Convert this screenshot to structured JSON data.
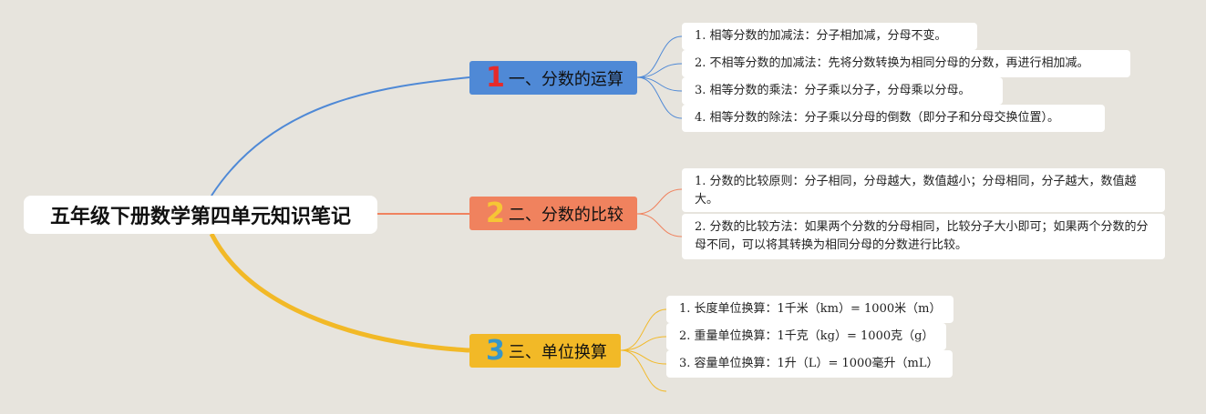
{
  "title": "五年级下册数学第四单元知识笔记",
  "colors": {
    "background": "#e7e4dd",
    "branch1": "#4f89d6",
    "branch2": "#f0825e",
    "branch3": "#f2b927",
    "num1": "#e62a2a",
    "num2": "#f6c635",
    "num3": "#3796c9"
  },
  "branches": [
    {
      "number": "1",
      "label": "一、分数的运算",
      "items": [
        "1. 相等分数的加减法：分子相加减，分母不变。",
        "2. 不相等分数的加减法：先将分数转换为相同分母的分数，再进行相加减。",
        "3. 相等分数的乘法：分子乘以分子，分母乘以分母。",
        "4. 相等分数的除法：分子乘以分母的倒数（即分子和分母交换位置）。"
      ]
    },
    {
      "number": "2",
      "label": "二、分数的比较",
      "items": [
        "1. 分数的比较原则：分子相同，分母越大，数值越小；分母相同，分子越大，数值越大。",
        "2. 分数的比较方法：如果两个分数的分母相同，比较分子大小即可；如果两个分数的分母不同，可以将其转换为相同分母的分数进行比较。"
      ]
    },
    {
      "number": "3",
      "label": "三、单位换算",
      "items": [
        "1. 长度单位换算：1千米（km）= 1000米（m）",
        "2. 重量单位换算：1千克（kg）= 1000克（g）",
        "3. 容量单位换算：1升（L）= 1000毫升（mL）"
      ]
    }
  ]
}
